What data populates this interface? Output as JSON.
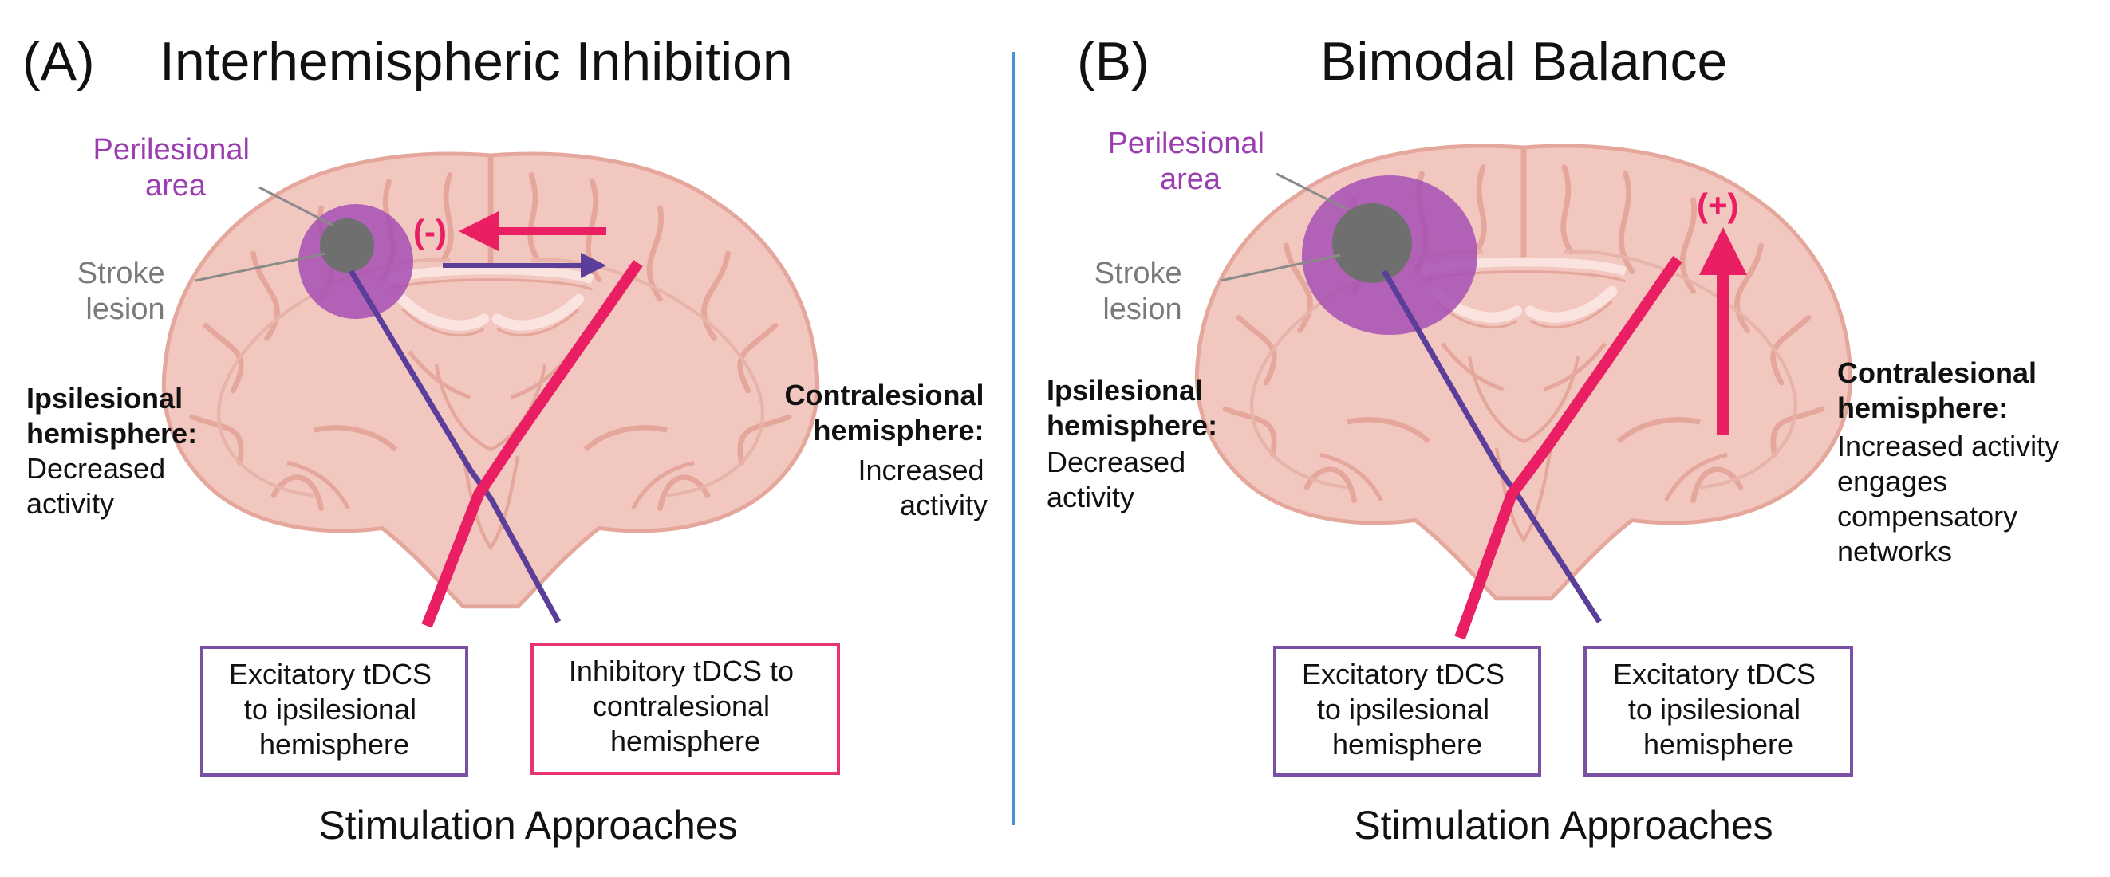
{
  "panel_a": {
    "label": "(A)",
    "title": "Interhemispheric Inhibition",
    "perilesional": [
      "Perilesional",
      "area"
    ],
    "stroke": [
      "Stroke",
      "lesion"
    ],
    "ipsi": {
      "bold": [
        "Ipsilesional",
        "hemisphere:"
      ],
      "normal": [
        "Decreased",
        "activity"
      ]
    },
    "contra": {
      "bold": [
        "Contralesional",
        "hemisphere:"
      ],
      "normal": [
        "Increased",
        "activity"
      ]
    },
    "sign": "(-)",
    "box_left": [
      "Excitatory tDCS",
      "to ipsilesional",
      "hemisphere"
    ],
    "box_right": [
      "Inhibitory tDCS to",
      "contralesional",
      "hemisphere"
    ],
    "footer": "Stimulation Approaches"
  },
  "panel_b": {
    "label": "(B)",
    "title": "Bimodal Balance",
    "perilesional": [
      "Perilesional",
      "area"
    ],
    "stroke": [
      "Stroke",
      "lesion"
    ],
    "ipsi": {
      "bold": [
        "Ipsilesional",
        "hemisphere:"
      ],
      "normal": [
        "Decreased",
        "activity"
      ]
    },
    "contra": {
      "bold": [
        "Contralesional",
        "hemisphere:"
      ],
      "normal": [
        "Increased activity",
        "engages",
        "compensatory",
        "networks"
      ]
    },
    "sign": "(+)",
    "box_left": [
      "Excitatory tDCS",
      "to ipsilesional",
      "hemisphere"
    ],
    "box_right": [
      "Excitatory tDCS",
      "to ipsilesional",
      "hemisphere"
    ],
    "footer": "Stimulation Approaches"
  },
  "colors": {
    "brain_fill": "#f2c7bf",
    "brain_fold": "#e5a79c",
    "lesion_gray": "#6f6f6f",
    "perilesional_purple": "#a64fb4",
    "pink_arrow": "#ea1e63",
    "purple_line": "#5b3e99",
    "divider_blue": "#4a90d9",
    "box_purple": "#7a4fa6",
    "box_pink": "#e8336d"
  },
  "icons": [
    "brain-coronal-icon"
  ]
}
